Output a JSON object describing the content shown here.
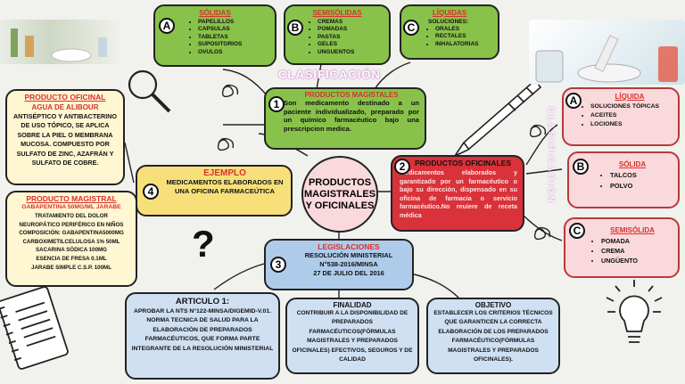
{
  "title": "PRODUCTOS MAGISTRALES Y OFICINALES",
  "clasificacion_label": "CLASIFICACIÓN",
  "clasificacion_vertical": "CLASIFICACIÓN",
  "solidas": {
    "letter": "A",
    "title": "SÓLIDAS",
    "items": [
      "PAPELILLOS",
      "CAPSULAS",
      "TABLETAS",
      "SUPOSITORIOS",
      "OVULOS"
    ]
  },
  "semisolidas": {
    "letter": "B",
    "title": "SEMISÓLIDAS",
    "items": [
      "CREMAS",
      "POMADAS",
      "PASTAS",
      "GELES",
      "UNGUENTOS"
    ]
  },
  "liquidas": {
    "letter": "C",
    "title": "LÍQUIDAS",
    "lines": [
      "SOLUCIONES:"
    ],
    "items": [
      "ORALES",
      "RECTALES",
      "INHALATORIAS"
    ]
  },
  "magistrales": {
    "number": "1",
    "title": "PRODUCTOS MAGISTALES",
    "text": "Son medicamento destinado a un paciente individualizado, preparado por un químico farmacéutico bajo una prescripcion medica."
  },
  "oficinales": {
    "number": "2",
    "title": "PRODUCTOS OFICINALES",
    "text": "Medicamentos elaborados y garantizado por un farmacéutico o bajo su dirección, dispensado en su oficina de farmacia o servicio farmacéutico.No reuiere de receta médica"
  },
  "ejemplo": {
    "number": "4",
    "title": "EJEMPLO",
    "text": "MEDICAMENTOS ELABORADOS EN UNA OFICINA FARMACEÚTICA"
  },
  "producto_oficinal": {
    "title": "PRODUCTO OFICINAL",
    "subtitle": "AGUA DE ALIBOUR",
    "text": "ANTISÉPTICO Y ANTIBACTERINO DE USO TÓPICO, SE APLICA SOBRE LA PIEL O MEMBRANA MUCOSA. COMPUESTO POR SULFATO DE ZINC, AZAFRÁN Y SULFATO DE COBRE."
  },
  "producto_magistral": {
    "title": "PRODUCTO MAGISTRAL",
    "subtitle": "GABAPENTINA 50MG/ML JARABE",
    "lines": [
      "TRATAMIENTO DEL DOLOR",
      "NEUROPÁTICO PERIFÉRICO EN NIÑOS",
      "COMPOSICIÓN: GABAPENTINA5000MG",
      "CARBOXIMETILCELULOSA 1% 50ML",
      "SACARINA SÓDICA 100MG",
      "ESENCIA DE FRESA 0.1ML",
      "JARABE SIMPLE C.S.P. 100ML"
    ]
  },
  "legislaciones": {
    "number": "3",
    "title": "LEGISLACIONES",
    "lines": [
      "RESOLUCIÓN MINISTERIAL",
      "N°538-2016/MINSA",
      "27  DE JULIO DEL 2016"
    ]
  },
  "articulo": {
    "title": "ARTICULO 1:",
    "text": "APROBAR LA NTS N°122-MINSA/DIGEMID-V.01. NORMA TECNICA DE SALUD PARA LA ELABORACIÓN DE PREPARADOS FARMACÉUTICOS, QUE FORMA PARTE INTEGRANTE DE LA RESOLUCIÓN MINISTERIAL"
  },
  "finalidad": {
    "title": "FINALIDAD",
    "text": "CONTRIBUIR A LA DISPONIBILIDAD DE PREPARADOS FARMACÉUTICOS(FÓRMULAS MAGISTRALES Y PREPARADOS OFICINALES) EFECTIVOS, SEGUROS Y DE CALIDAD"
  },
  "objetivo": {
    "title": "OBJETIVO",
    "text": "ESTABLECER LOS CRITERIOS TÉCNICOS QUE GARANTICEN LA CORRECTA ELABORACIÓN DE LOS PREPARADOS FARMACÉUTICO(FÓRMULAS MAGISTRALES Y PREPARADOS OFICINALES)."
  },
  "liquida_r": {
    "letter": "A",
    "title": "LÍQUIDA",
    "items": [
      "SOLUCIONES TÓPICAS",
      "ACEITES",
      "LOCIONES"
    ]
  },
  "solida_r": {
    "letter": "B",
    "title": "SÓLIDA",
    "items": [
      "TALCOS",
      "POLVO"
    ]
  },
  "semisolida_r": {
    "letter": "C",
    "title": "SEMISÓLIDA",
    "items": [
      "POMADA",
      "CREMA",
      "UNGÜENTO"
    ]
  },
  "question_mark": "?",
  "colors": {
    "green": "#88c24a",
    "yellow": "#f7e07a",
    "red": "#d9323a",
    "pink": "#f9d9dc",
    "blue": "#aecbea",
    "lightblue": "#cfe0f3",
    "cream": "#fff6d2",
    "darkgreen": "#8cc152"
  }
}
